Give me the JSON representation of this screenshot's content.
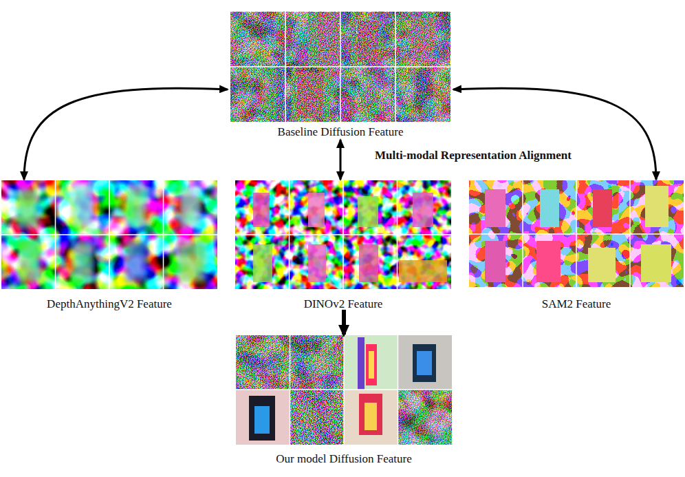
{
  "diagram": {
    "nodes": [
      {
        "text": [
          "Baseline Diffusion Feature"
        ]
      },
      {
        "text": [
          "DepthAnythingV2 Feature"
        ]
      },
      {
        "text": [
          "DINOv2 Feature"
        ]
      },
      {
        "text": [
          "SAM2 Feature"
        ]
      },
      {
        "text": [
          "Our model Diffusion Feature"
        ]
      }
    ],
    "edges": [
      {
        "from": 0,
        "to": 1,
        "arrow": "both"
      },
      {
        "from": 0,
        "to": 2,
        "arrow": "both"
      },
      {
        "from": 0,
        "to": 3,
        "arrow": "both"
      },
      {
        "from": 2,
        "to": 4,
        "arrow": "to"
      }
    ],
    "labels": [
      "Multi-modal Representation Alignment"
    ]
  }
}
